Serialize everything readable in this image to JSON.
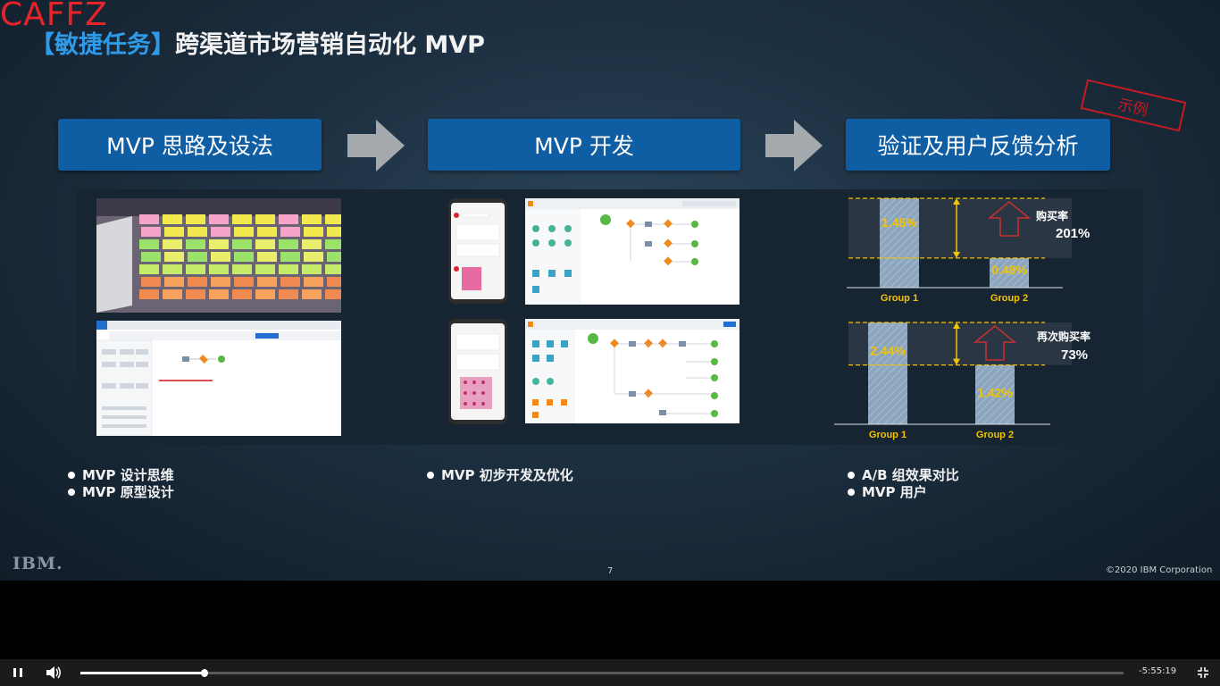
{
  "watermark": "CAFFZ",
  "title": {
    "bracket_text": "【敏捷任务】",
    "main_text": "跨渠道市场营销自动化 MVP"
  },
  "stages": [
    {
      "label": "MVP 思路及设法"
    },
    {
      "label": "MVP 开发"
    },
    {
      "label": "验证及用户反馈分析"
    }
  ],
  "stamp": "示例",
  "bullets": {
    "col1": [
      "MVP 设计思维",
      "MVP 原型设计"
    ],
    "col2": [
      "MVP 初步开发及优化"
    ],
    "col3": [
      "A/B 组效果对比",
      "MVP 用户"
    ]
  },
  "colors": {
    "accent_blue": "#0f5da3",
    "bracket_blue": "#2f9be8",
    "highlight_yellow": "#f3c400",
    "bar_fill": "#8da6bf"
  },
  "chart_data": [
    {
      "type": "bar",
      "categories": [
        "Group 1",
        "Group 2"
      ],
      "values": [
        1.45,
        0.48
      ],
      "data_labels": [
        "1.45%",
        "0.48%"
      ],
      "annotation_label": "购买率",
      "annotation_value": "201%"
    },
    {
      "type": "bar",
      "categories": [
        "Group 1",
        "Group 2"
      ],
      "values": [
        2.44,
        1.42
      ],
      "data_labels": [
        "2.44%",
        "1.42%"
      ],
      "annotation_label": "再次购买率",
      "annotation_value": "73%"
    }
  ],
  "footer": {
    "logo": "IBM.",
    "page": "7",
    "copyright": "©2020 IBM Corporation"
  },
  "player": {
    "time": "-5:55:19",
    "progress": 0.119
  }
}
